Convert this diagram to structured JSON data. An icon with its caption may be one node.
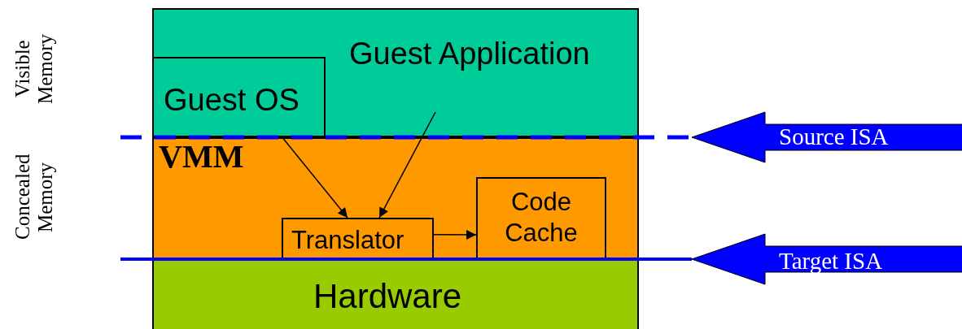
{
  "diagram": {
    "nodes": [
      {
        "text": [
          "Guest Application"
        ]
      },
      {
        "text": [
          "Guest OS"
        ],
        "in": 0
      },
      {
        "text": [
          "VMM"
        ]
      },
      {
        "text": [
          "Translator"
        ],
        "in": 2
      },
      {
        "text": [
          "Code Cache"
        ],
        "in": 2
      },
      {
        "text": [
          "Hardware"
        ]
      },
      {
        "text": [
          "Source ISA"
        ]
      },
      {
        "text": [
          "Target ISA"
        ]
      }
    ],
    "edges": [
      {
        "from": 1,
        "to": 3,
        "arrow": "to"
      },
      {
        "from": 0,
        "to": 3,
        "arrow": "to"
      },
      {
        "from": 3,
        "to": 4,
        "arrow": "to"
      }
    ],
    "labels": [
      "Visible Memory",
      "Concealed Memory"
    ]
  }
}
